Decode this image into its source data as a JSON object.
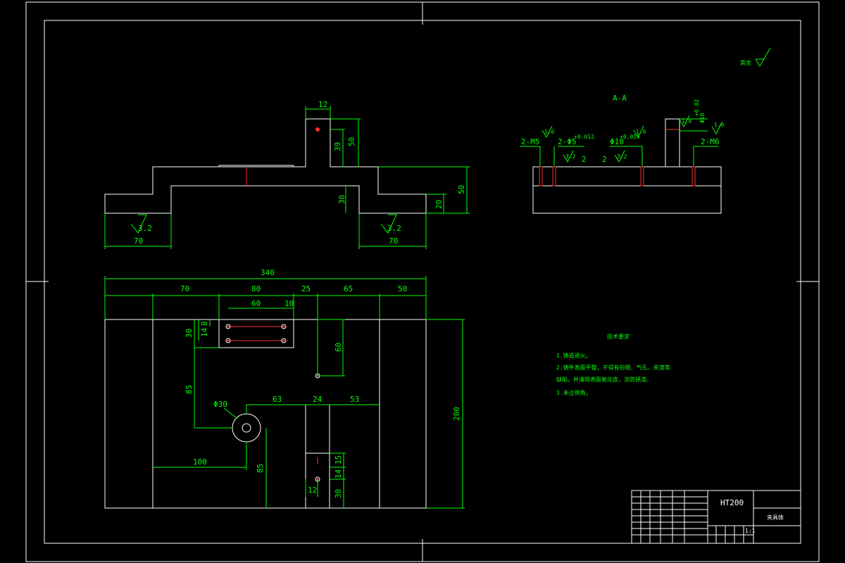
{
  "section_label": "A-A",
  "surface_note": "其余",
  "material": "HT200",
  "part_name": "夹具体",
  "notes": {
    "title": "技术要求",
    "items": [
      "1.铸造退火。",
      "2.铸件表面平整，不得有砂眼、气孔、夹渣等",
      "缺陷，并清除表面氧化皮，涂防锈漆。",
      "3.未注倒角。"
    ]
  },
  "front_view": {
    "dims": [
      "12",
      "39",
      "50",
      "50",
      "30",
      "20",
      "3.2",
      "3.2",
      "70",
      "70"
    ]
  },
  "section_view": {
    "labels": [
      "2-M5",
      "2-Φ5",
      "+0.012",
      "Φ10",
      "+0.015",
      "2-M6",
      "Φ10",
      "+0.02",
      "3.2",
      "3.2",
      "1.6",
      "1.6",
      "1.6",
      "1.6",
      "2",
      "2"
    ]
  },
  "top_view": {
    "dims": [
      "340",
      "70",
      "80",
      "25",
      "65",
      "50",
      "60",
      "10",
      "30",
      "14",
      "8",
      "60",
      "85",
      "Φ30",
      "63",
      "24",
      "53",
      "200",
      "100",
      "85",
      "15",
      "14",
      "12",
      "30"
    ]
  },
  "title_block": {
    "scale": "1:1"
  }
}
